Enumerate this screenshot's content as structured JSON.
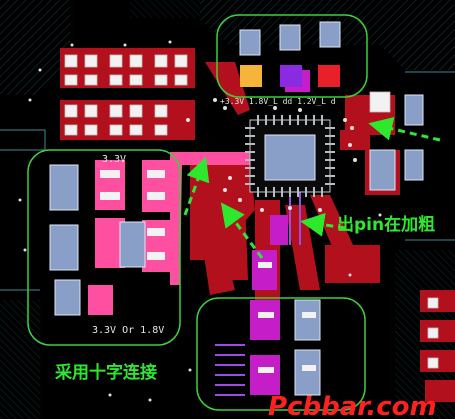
{
  "colors": {
    "background": "#000000",
    "copper_red": "#b3101e",
    "copper_pink": "#ff4fa0",
    "copper_magenta": "#c51ec8",
    "pad_blue": "#8a9fc8",
    "pad_grey": "#b5bcc6",
    "pad_white": "#f2f2f2",
    "highlight_green": "#3ad13a",
    "arrow_green": "#2ee82e",
    "silk_white": "#e8e8e8",
    "pad_orange": "#f5b53a",
    "pad_purple": "#8a2be2",
    "pad_red": "#e8202a",
    "watermark_red": "#ff2020",
    "grid_teal": "#1f6f7a"
  },
  "labels": {
    "voltage_top": "3.3V",
    "voltage_bottom": "3.3V Or 1.8V",
    "net_labels": "+3.3V 1.8V_L dd 1.2V_L d",
    "annotation_pin": "出pin在加粗",
    "annotation_cross": "采用十字连接",
    "watermark": "Pcbbar.com"
  },
  "icons": {
    "arrow": "dashed-arrow-icon",
    "chip": "qfn-chip-icon"
  }
}
